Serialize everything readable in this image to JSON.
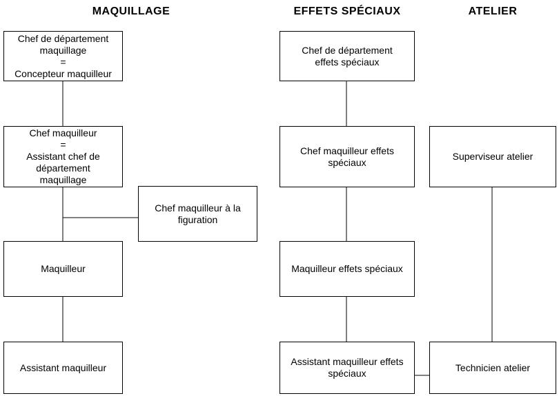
{
  "headers": {
    "makeup": "MAQUILLAGE",
    "sfx": "EFFETS SPÉCIAUX",
    "workshop": "ATELIER"
  },
  "makeup": {
    "head": "Chef de département\nmaquillage\n=\nConcepteur maquilleur",
    "chief": "Chef maquilleur\n=\nAssistant chef de\ndépartement\nmaquillage",
    "extras": "Chef maquilleur à la\nfiguration",
    "artist": "Maquilleur",
    "assistant": "Assistant maquilleur"
  },
  "sfx": {
    "head": "Chef de département\neffets spéciaux",
    "chief": "Chef maquilleur effets\nspéciaux",
    "artist": "Maquilleur effets spéciaux",
    "assistant": "Assistant maquilleur effets\nspéciaux"
  },
  "workshop": {
    "supervisor": "Superviseur atelier",
    "technician": "Technicien atelier"
  }
}
